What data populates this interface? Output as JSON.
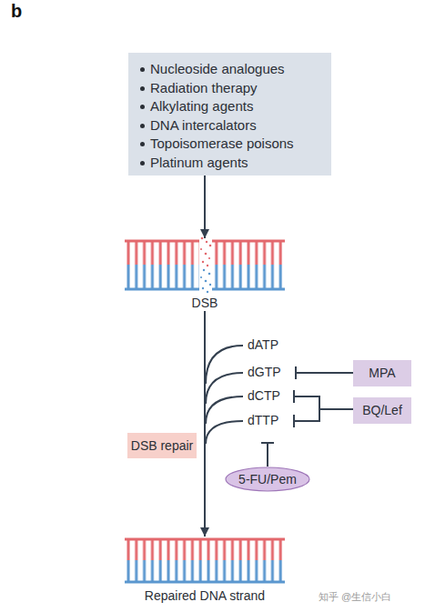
{
  "diagram": {
    "nodes": [
      {
        "text": [
          "Nucleoside analogues",
          "Radiation therapy",
          "Alkylating agents",
          "DNA intercalators",
          "Topoisomerase poisons",
          "Platinum agents"
        ]
      },
      {
        "text": [
          "DSB"
        ]
      },
      {
        "text": [
          "MPA"
        ]
      },
      {
        "text": [
          "BQ/Lef"
        ]
      },
      {
        "text": [
          "DSB repair"
        ]
      },
      {
        "text": [
          "5-FU/Pem"
        ]
      },
      {
        "text": [
          "Repaired DNA strand"
        ]
      }
    ],
    "edges": [
      {
        "from": 0,
        "to": 1,
        "arrow": "to"
      },
      {
        "from": 1,
        "to": 6,
        "arrow": "to"
      }
    ],
    "labels": [
      "b",
      "dATP",
      "dGTP",
      "dCTP",
      "dTTP",
      "知乎 @生信小白"
    ]
  }
}
